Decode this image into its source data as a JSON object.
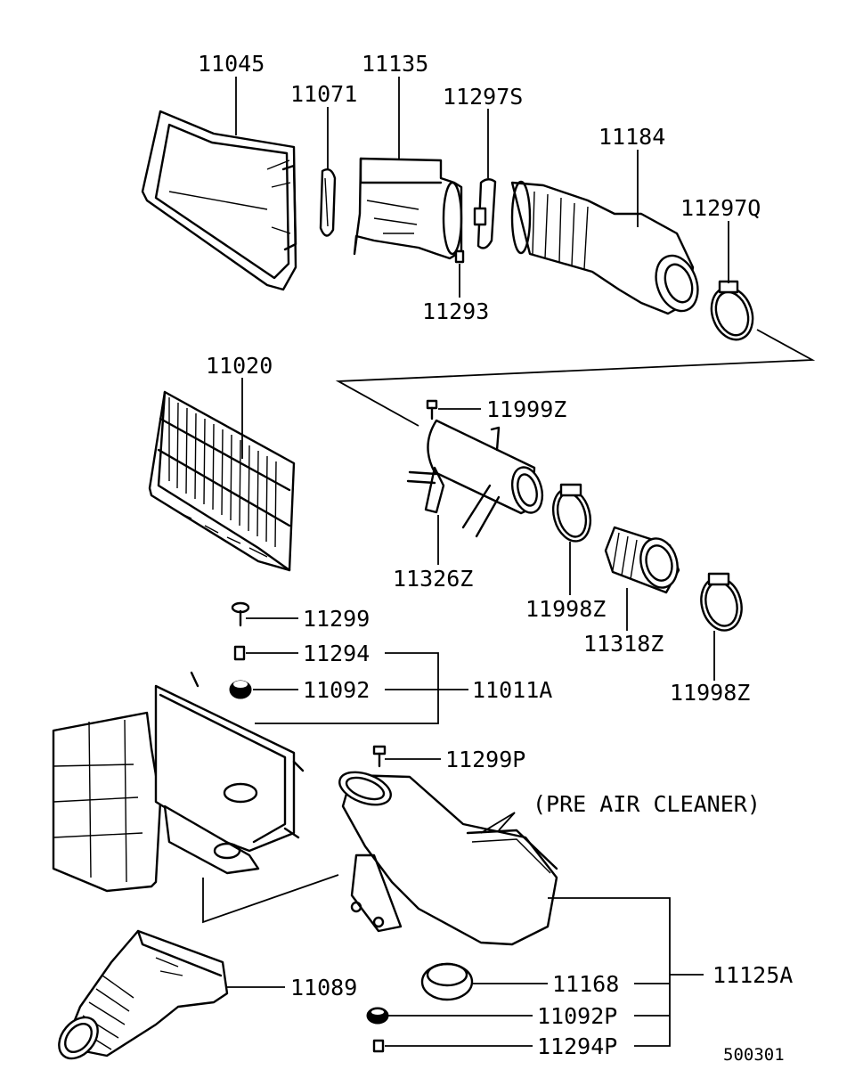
{
  "diagram": {
    "catalog_number": "500301",
    "note": "(PRE AIR CLEANER)",
    "parts": {
      "p11045": "11045",
      "p11135": "11135",
      "p11071": "11071",
      "p11297S": "11297S",
      "p11184": "11184",
      "p11297Q": "11297Q",
      "p11293": "11293",
      "p11020": "11020",
      "p11999Z": "11999Z",
      "p11326Z": "11326Z",
      "p11998Z_a": "11998Z",
      "p11318Z": "11318Z",
      "p11998Z_b": "11998Z",
      "p11299": "11299",
      "p11294": "11294",
      "p11092": "11092",
      "p11011A": "11011A",
      "p11299P": "11299P",
      "p11089": "11089",
      "p11168": "11168",
      "p11125A": "11125A",
      "p11092P": "11092P",
      "p11294P": "11294P"
    }
  }
}
